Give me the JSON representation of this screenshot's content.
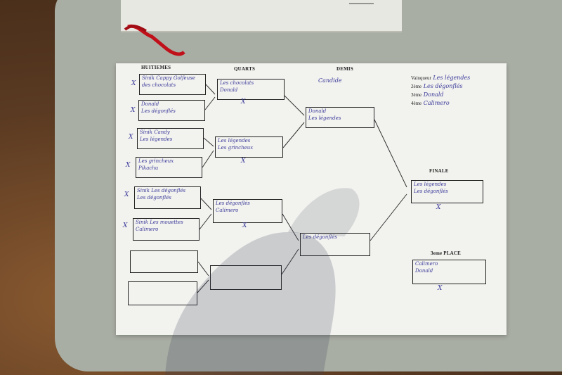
{
  "headers": {
    "huitiemes": "HUITIEMES",
    "quarts": "QUARTS",
    "demis": "DEMIS",
    "finale": "FINALE",
    "third_place": "3eme PLACE"
  },
  "vainqueur": {
    "label": "Vainqueur",
    "winner": "Les légendes",
    "second_label": "2ème",
    "second": "Les dégonflés",
    "third_label": "3ème",
    "third": "Donald",
    "fourth_label": "4ème",
    "fourth": "Calimero"
  },
  "demis_note": "Candide",
  "huitiemes": [
    {
      "lines": [
        "Sinik Cappy Golfeuse",
        "des chocolats"
      ],
      "mark": "X"
    },
    {
      "lines": [
        "Donald",
        "Les dégonflés"
      ],
      "mark": "X"
    },
    {
      "lines": [
        "Sinik Candy",
        "Les légendes"
      ],
      "mark": "X"
    },
    {
      "lines": [
        "Les grincheux",
        "Pikachu"
      ],
      "mark": "X"
    },
    {
      "lines": [
        "Sinik Les dégonflés",
        "Les dégonflés"
      ],
      "mark": "X"
    },
    {
      "lines": [
        "Sinik Les mouettes",
        "Calimero"
      ],
      "mark": "X"
    },
    {
      "lines": [
        "",
        ""
      ],
      "mark": ""
    },
    {
      "lines": [
        "",
        ""
      ],
      "mark": ""
    }
  ],
  "quarts": [
    {
      "lines": [
        "Les chocolats",
        "Donald"
      ],
      "mark": "X"
    },
    {
      "lines": [
        "Les légendes",
        "Les grincheux"
      ],
      "mark": "X"
    },
    {
      "lines": [
        "Les dégonflés",
        "Calimero"
      ],
      "mark": "X"
    },
    {
      "lines": [
        "",
        ""
      ],
      "mark": ""
    }
  ],
  "demis": [
    {
      "lines": [
        "Donald",
        "Les légendes"
      ],
      "mark": ""
    },
    {
      "lines": [
        "Les dégonflés",
        ""
      ],
      "mark": ""
    }
  ],
  "finale": {
    "lines": [
      "Les légendes",
      "Les dégonflés"
    ],
    "mark": "X"
  },
  "third_place": {
    "lines": [
      "Calimero",
      "Donald"
    ],
    "mark": "X"
  }
}
